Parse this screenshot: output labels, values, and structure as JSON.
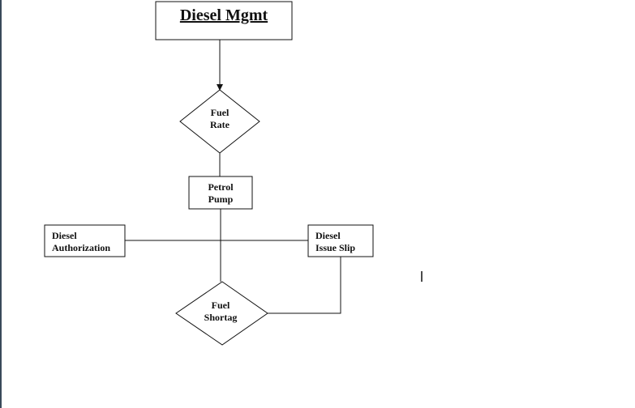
{
  "diagram": {
    "title": "Diesel Mgmt",
    "nodes": {
      "fuel_rate": "Fuel\nRate",
      "petrol_pump": "Petrol\nPump",
      "diesel_authorization": "Diesel\nAuthorization",
      "diesel_issue_slip": "Diesel\nIssue Slip",
      "fuel_shortage": "Fuel\nShortag"
    }
  }
}
